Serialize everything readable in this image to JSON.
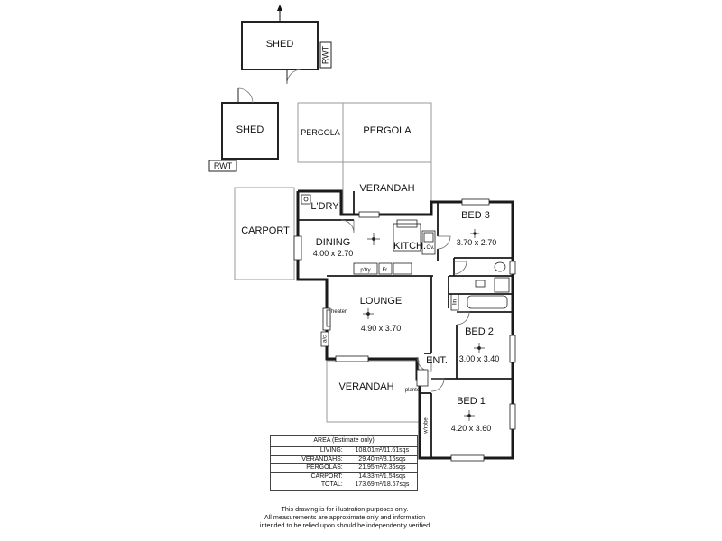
{
  "plan": {
    "labels": {
      "shed_top": "SHED",
      "rwt_top": "RWT",
      "shed_left": "SHED",
      "rwt_left": "RWT",
      "pergola_small": "PERGOLA",
      "pergola_large": "PERGOLA",
      "verandah_top": "VERANDAH",
      "carport": "CARPORT",
      "laundry": "L'DRY",
      "dining": "DINING",
      "dining_dim": "4.00 x 2.70",
      "kitchen": "KITCH.",
      "oven": "Ov.",
      "pantry": "p'try",
      "fridge": "Fr.",
      "bed3": "BED 3",
      "bed3_dim": "3.70 x 2.70",
      "lounge": "LOUNGE",
      "lounge_dim": "4.90 x 3.70",
      "heater": "heater",
      "ac": "a/c",
      "linen": "lin",
      "bed2": "BED 2",
      "bed2_dim": "3.00 x 3.40",
      "entry": "ENT.",
      "planter": "planter",
      "verandah_bottom": "VERANDAH",
      "bed1": "BED 1",
      "bed1_dim": "4.20 x 3.60",
      "wrobe": "w'robe"
    }
  },
  "area": {
    "title": "AREA (Estimate only)",
    "rows": [
      {
        "label": "LIVING:",
        "value": "108.01m²/11.61sqs"
      },
      {
        "label": "VERANDAHS:",
        "value": "29.40m²/3.16sqs"
      },
      {
        "label": "PERGOLAS:",
        "value": "21.95m²/2.36sqs"
      },
      {
        "label": "CARPORT:",
        "value": "14.33m²/1.54sqs"
      },
      {
        "label": "TOTAL:",
        "value": "173.69m²/18.67sqs"
      }
    ]
  },
  "disclaimer": {
    "line1": "This drawing is for illustration purposes only.",
    "line2": "All measurements are approximate only and information",
    "line3": "intended to be relied upon should be independently verified"
  }
}
